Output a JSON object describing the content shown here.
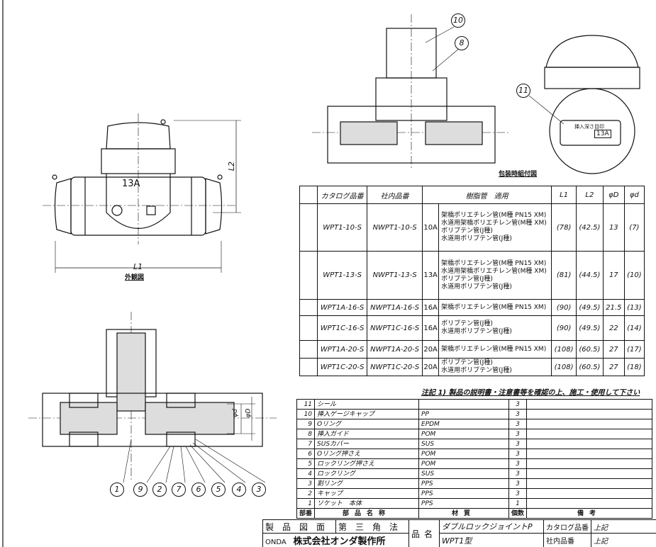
{
  "views": {
    "exterior_label": "外観図",
    "packaging_label": "包装時組付図",
    "size_mark": "13A",
    "dim_L1": "L1",
    "dim_L2": "L2",
    "dim_d": "φd",
    "dim_D": "φD",
    "cap_mark": "13A",
    "cap_text": "挿入深さ目印"
  },
  "callouts": [
    "1",
    "9",
    "2",
    "7",
    "6",
    "5",
    "4",
    "3",
    "10",
    "8",
    "11"
  ],
  "spec_table": {
    "headers": [
      "カタログ品番",
      "社内品番",
      "樹脂管　適用",
      "L1",
      "L2",
      "φD",
      "φd"
    ],
    "rows": [
      {
        "catalog": "WPT1-10-S",
        "internal": "NWPT1-10-S",
        "size": "10A",
        "pipes": "架橋ポリエチレン管(M種 PN15 XM)\n水道用架橋ポリエチレン管(M種 XM)\nポリブテン管(J種)\n水道用ポリブテン管(J種)",
        "L1": "(78)",
        "L2": "(42.5)",
        "D": "13",
        "d": "(7)"
      },
      {
        "catalog": "WPT1-13-S",
        "internal": "NWPT1-13-S",
        "size": "13A",
        "pipes": "架橋ポリエチレン管(M種 PN15 XM)\n水道用架橋ポリエチレン管(M種 XM)\nポリブテン管(J種)\n水道用ポリブテン管(J種)",
        "L1": "(81)",
        "L2": "(44.5)",
        "D": "17",
        "d": "(10)"
      },
      {
        "catalog": "WPT1A-16-S",
        "internal": "NWPT1A-16-S",
        "size": "16A",
        "pipes": "架橋ポリエチレン管(M種 PN15 XM)",
        "L1": "(90)",
        "L2": "(49.5)",
        "D": "21.5",
        "d": "(13)"
      },
      {
        "catalog": "WPT1C-16-S",
        "internal": "NWPT1C-16-S",
        "size": "16A",
        "pipes": "ポリブテン管(J種)\n水道用ポリブテン管(J種)",
        "L1": "(90)",
        "L2": "(49.5)",
        "D": "22",
        "d": "(14)"
      },
      {
        "catalog": "WPT1A-20-S",
        "internal": "NWPT1A-20-S",
        "size": "20A",
        "pipes": "架橋ポリエチレン管(M種 PN15 XM)",
        "L1": "(108)",
        "L2": "(60.5)",
        "D": "27",
        "d": "(17)"
      },
      {
        "catalog": "WPT1C-20-S",
        "internal": "NWPT1C-20-S",
        "size": "20A",
        "pipes": "ポリブテン管(J種)\n水道用ポリブテン管(J種)",
        "L1": "(108)",
        "L2": "(60.5)",
        "D": "27",
        "d": "(18)"
      }
    ]
  },
  "note": "注記  1) 製品の説明書・注意書等を確認の上、施工・使用して下さい",
  "parts": {
    "rows": [
      {
        "no": "11",
        "name": "シール",
        "material": "",
        "qty": "3"
      },
      {
        "no": "10",
        "name": "挿入ゲージキャップ",
        "material": "PP",
        "qty": "3"
      },
      {
        "no": "9",
        "name": "Oリング",
        "material": "EPDM",
        "qty": "3"
      },
      {
        "no": "8",
        "name": "挿入ガイド",
        "material": "POM",
        "qty": "3"
      },
      {
        "no": "7",
        "name": "SUSカバー",
        "material": "SUS",
        "qty": "3"
      },
      {
        "no": "6",
        "name": "Oリング押さえ",
        "material": "POM",
        "qty": "3"
      },
      {
        "no": "5",
        "name": "ロックリング押さえ",
        "material": "POM",
        "qty": "3"
      },
      {
        "no": "4",
        "name": "ロックリング",
        "material": "SUS",
        "qty": "3"
      },
      {
        "no": "3",
        "name": "割リング",
        "material": "PPS",
        "qty": "3"
      },
      {
        "no": "2",
        "name": "キャップ",
        "material": "PPS",
        "qty": "3"
      },
      {
        "no": "1",
        "name": "ソケット　本体",
        "material": "PPS",
        "qty": "1"
      }
    ],
    "headers": [
      "部番",
      "部品名称",
      "材質",
      "個数",
      "備考"
    ]
  },
  "title_block": {
    "drawing_type": "製品図面",
    "projection": "第三角法",
    "name_label": "品名",
    "product_name": "ダブルロックジョイントP",
    "model": "WPT1型",
    "catalog_label": "カタログ品番",
    "catalog_value": "上記",
    "internal_label": "社内品番",
    "internal_value": "上記",
    "logo": "ONDA",
    "company": "株式会社オンダ製作所"
  }
}
